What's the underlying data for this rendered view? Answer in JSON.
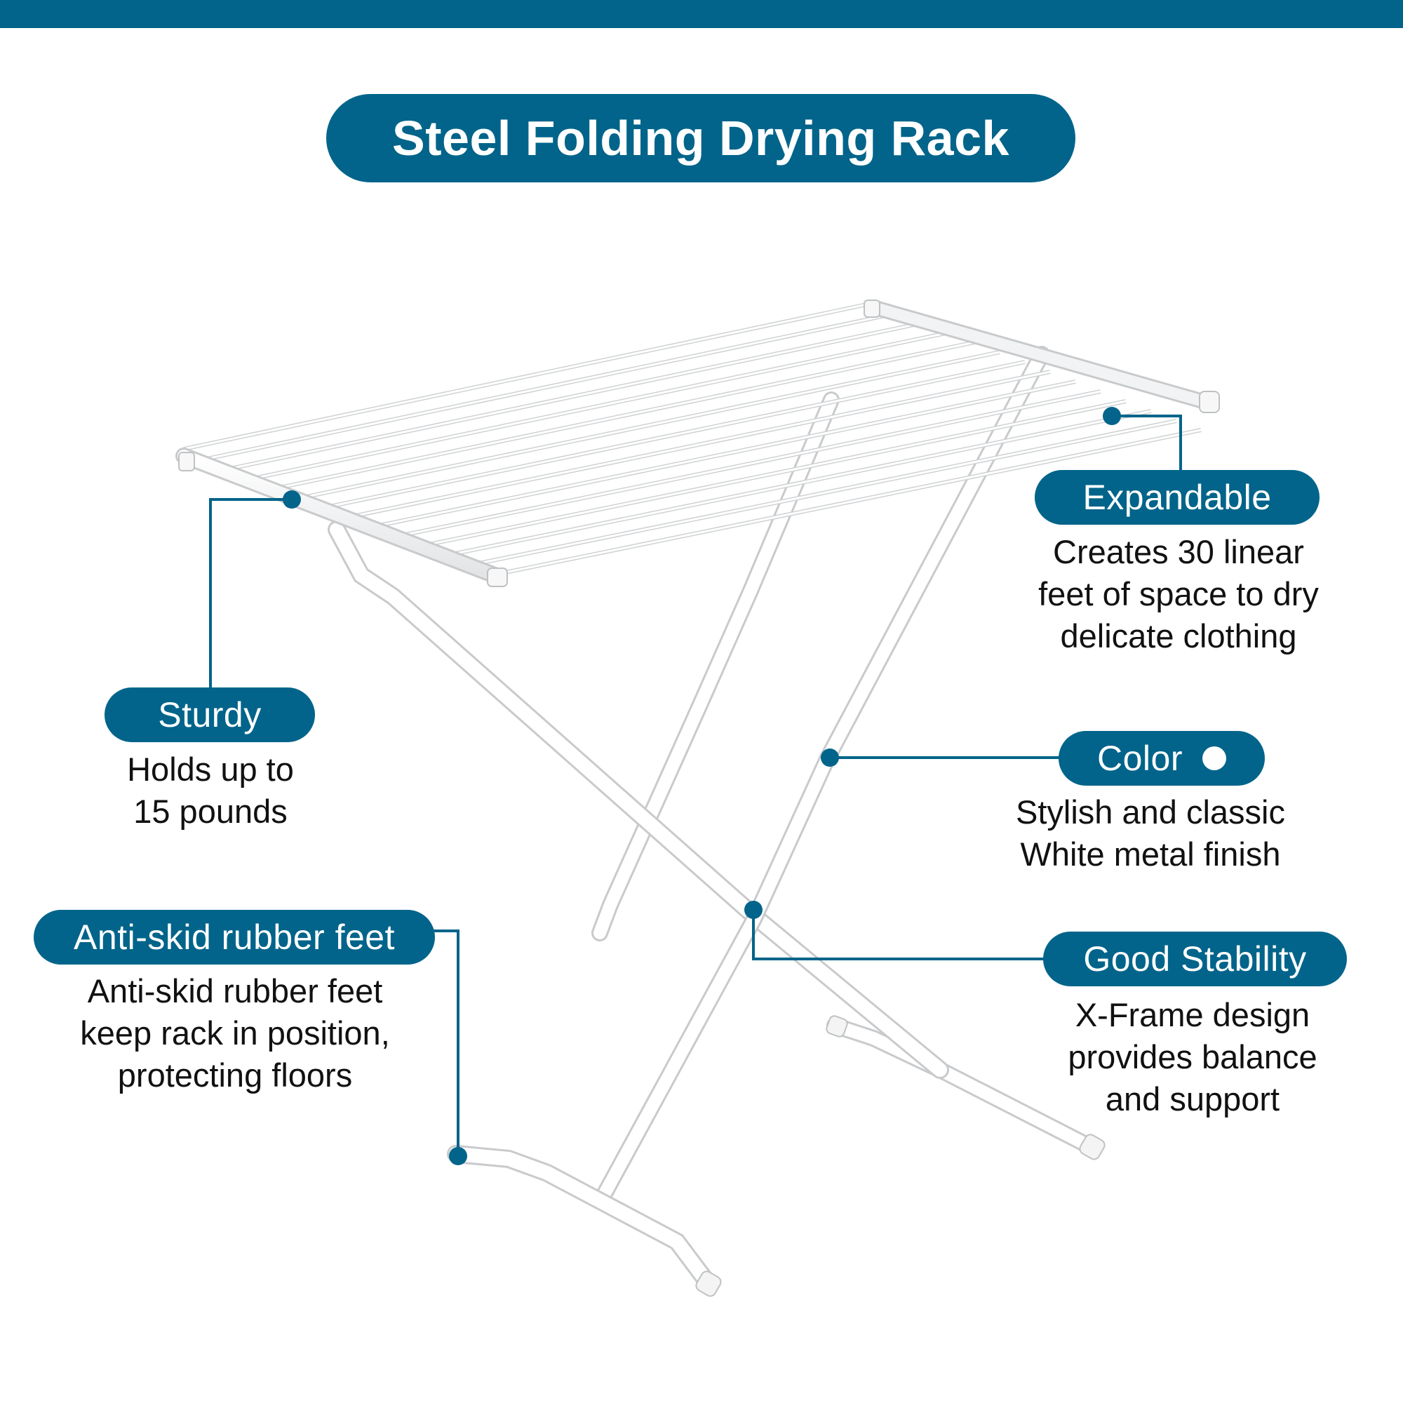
{
  "title": "Steel Folding Drying Rack",
  "colors": {
    "accent": "#02648a",
    "background": "#ffffff",
    "rack": "#ffffff"
  },
  "features": {
    "expandable": {
      "label": "Expandable",
      "description": [
        "Creates 30 linear",
        "feet of space to dry",
        "delicate clothing"
      ]
    },
    "sturdy": {
      "label": "Sturdy",
      "description": [
        "Holds up to",
        "15 pounds"
      ]
    },
    "color": {
      "label": "Color",
      "swatch": "#ffffff",
      "description": [
        "Stylish and classic",
        "White metal finish"
      ]
    },
    "feet": {
      "label": "Anti-skid rubber feet",
      "description": [
        "Anti-skid rubber feet",
        "keep rack in position,",
        "protecting floors"
      ]
    },
    "stability": {
      "label": "Good Stability",
      "description": [
        "X-Frame design",
        "provides balance",
        "and support"
      ]
    }
  },
  "image": {
    "subject": "drying-rack"
  }
}
